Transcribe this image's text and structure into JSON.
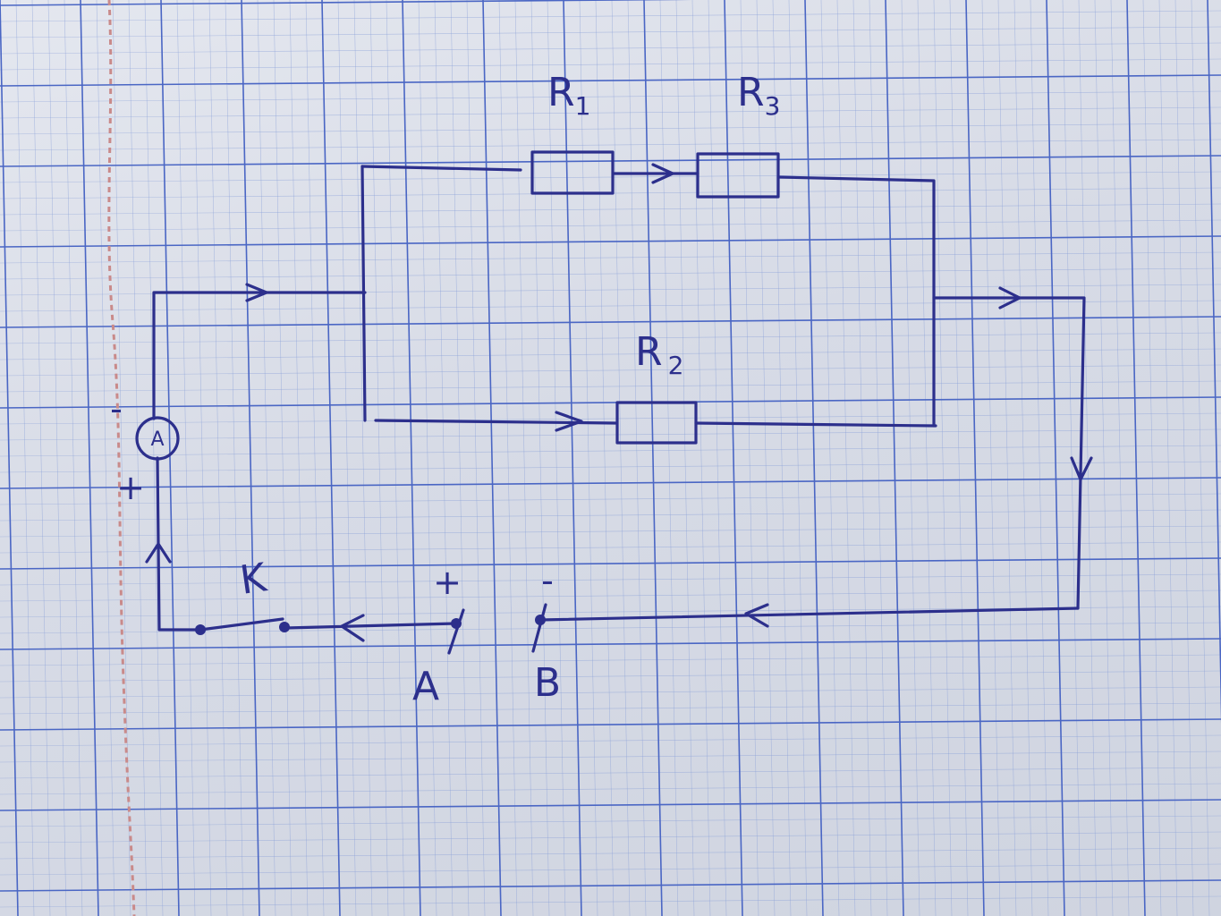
{
  "diagram": {
    "resistors": {
      "r1": {
        "letter": "R",
        "sub": "1"
      },
      "r3": {
        "letter": "R",
        "sub": "3"
      },
      "r2": {
        "letter": "R",
        "sub": "2"
      }
    },
    "ammeter": {
      "symbol": "A",
      "minus": "-",
      "plus": "+"
    },
    "switch_label": "K",
    "terminals": {
      "a": {
        "label": "A",
        "polarity": "+"
      },
      "b": {
        "label": "B",
        "polarity": "-"
      }
    },
    "colors": {
      "ink": "#2c2f8c",
      "grid_major": "#4a66c4",
      "grid_minor": "#8aa0d8",
      "margin_line": "#c98a8a"
    }
  }
}
